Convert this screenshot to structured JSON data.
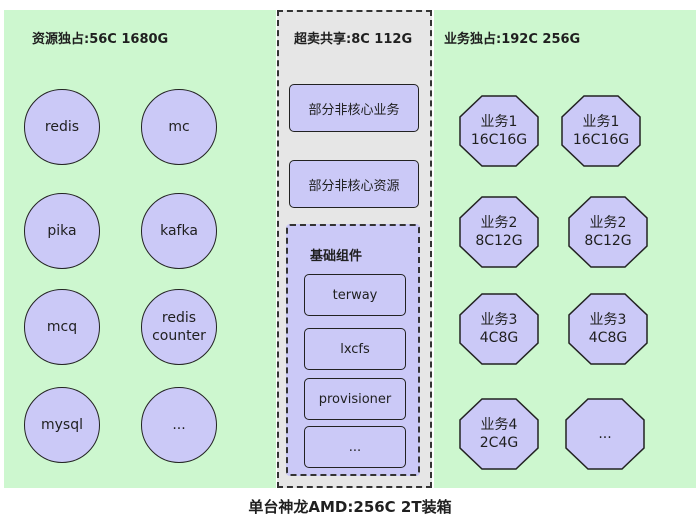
{
  "left": {
    "title": "资源独占:56C 1680G",
    "items": [
      "redis",
      "mc",
      "pika",
      "kafka",
      "mcq",
      "redis\ncounter",
      "mysql",
      "..."
    ]
  },
  "middle": {
    "title": "超卖共享:8C 112G",
    "box1": "部分非核心业务",
    "box2": "部分非核心资源",
    "base": {
      "title": "基础组件",
      "items": [
        "terway",
        "lxcfs",
        "provisioner",
        "..."
      ]
    }
  },
  "right": {
    "title": "业务独占:192C  256G",
    "items": [
      "业务1\n16C16G",
      "业务1\n16C16G",
      "业务2\n8C12G",
      "业务2\n8C12G",
      "业务3\n4C8G",
      "业务3\n4C8G",
      "业务4\n2C4G",
      "..."
    ]
  },
  "footer": "单台神龙AMD:256C 2T装箱",
  "colors": {
    "green": "#cdf7cf",
    "gray": "#e6e6e6",
    "purple": "#cbc9f7",
    "stroke": "#222222"
  }
}
